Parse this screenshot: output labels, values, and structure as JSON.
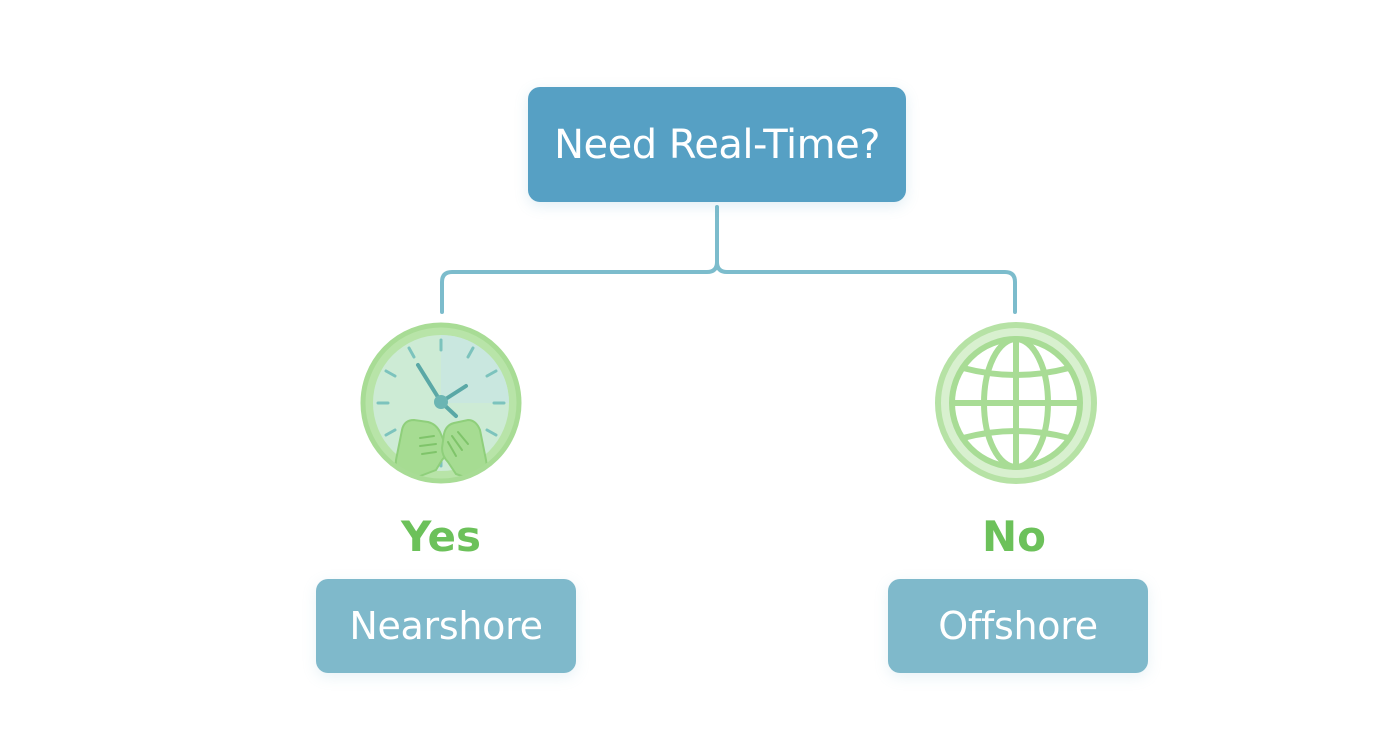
{
  "diagram": {
    "question": "Need Real-Time?",
    "branches": [
      {
        "condition": "Yes",
        "outcome": "Nearshore",
        "icon": "clock-handshake-icon"
      },
      {
        "condition": "No",
        "outcome": "Offshore",
        "icon": "globe-icon"
      }
    ]
  },
  "colors": {
    "question_box": "#56a0c4",
    "outcome_box": "#7fb9cb",
    "connector": "#7cbccc",
    "branch_label": "#6cc15a",
    "icon_green": "#92d27e"
  }
}
